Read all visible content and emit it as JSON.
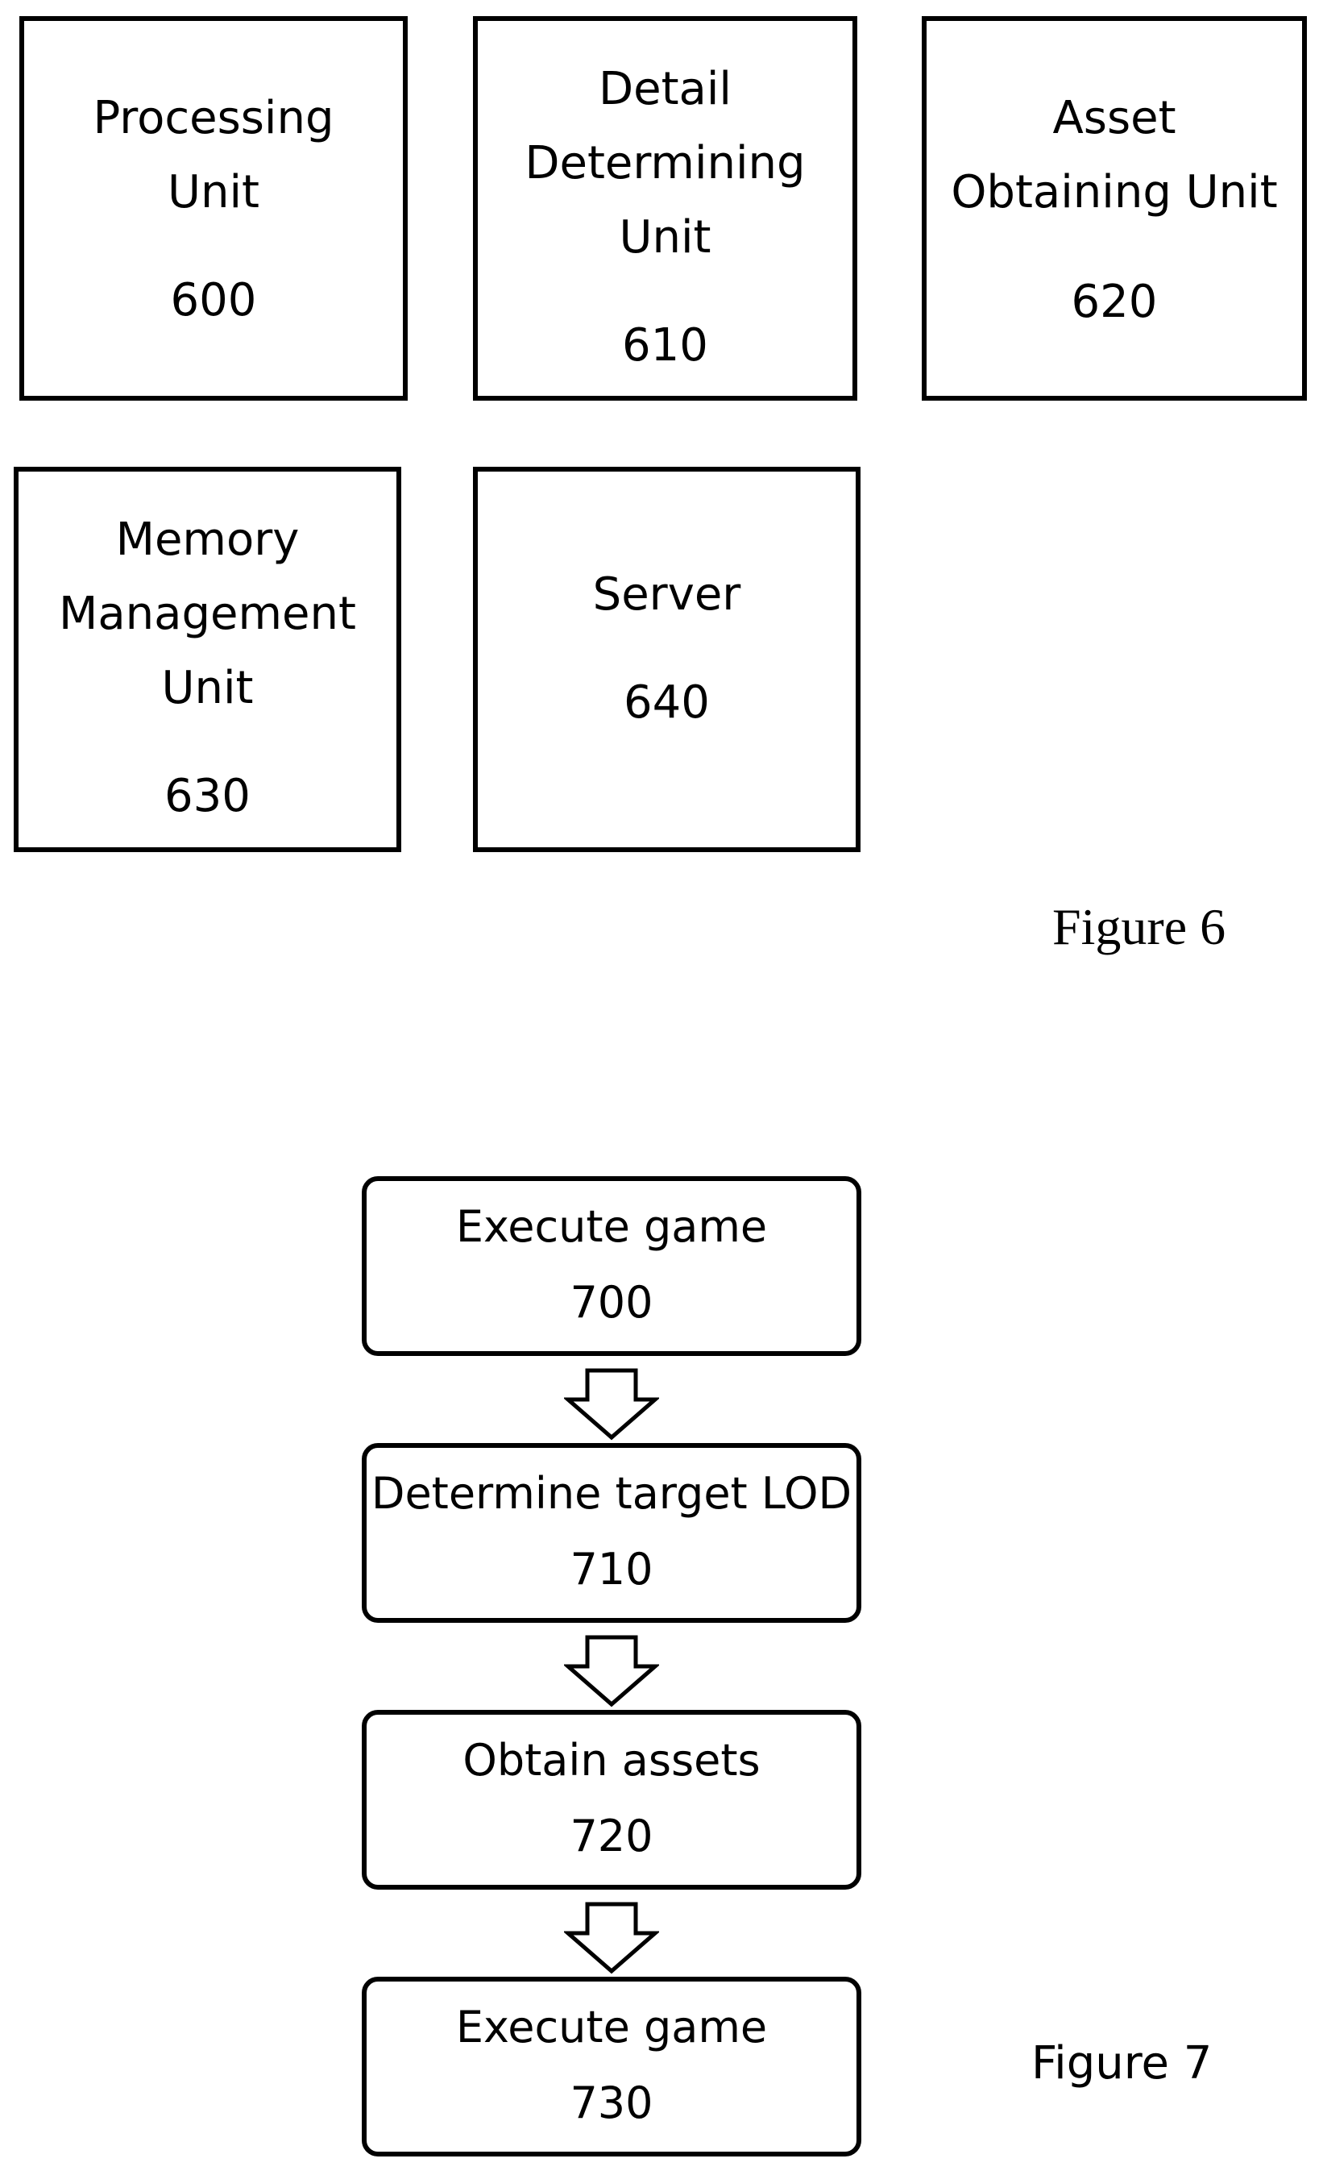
{
  "figure6": {
    "caption": "Figure 6",
    "units": [
      {
        "lines": [
          "Processing",
          "Unit"
        ],
        "number": "600"
      },
      {
        "lines": [
          "Detail",
          "Determining",
          "Unit"
        ],
        "number": "610"
      },
      {
        "lines": [
          "Asset",
          "Obtaining Unit"
        ],
        "number": "620"
      },
      {
        "lines": [
          "Memory",
          "Management",
          "Unit"
        ],
        "number": "630"
      },
      {
        "lines": [
          "Server"
        ],
        "number": "640"
      }
    ]
  },
  "figure7": {
    "caption": "Figure 7",
    "steps": [
      {
        "label": "Execute game",
        "number": "700"
      },
      {
        "label": "Determine target LOD",
        "number": "710"
      },
      {
        "label": "Obtain assets",
        "number": "720"
      },
      {
        "label": "Execute game",
        "number": "730"
      }
    ]
  }
}
